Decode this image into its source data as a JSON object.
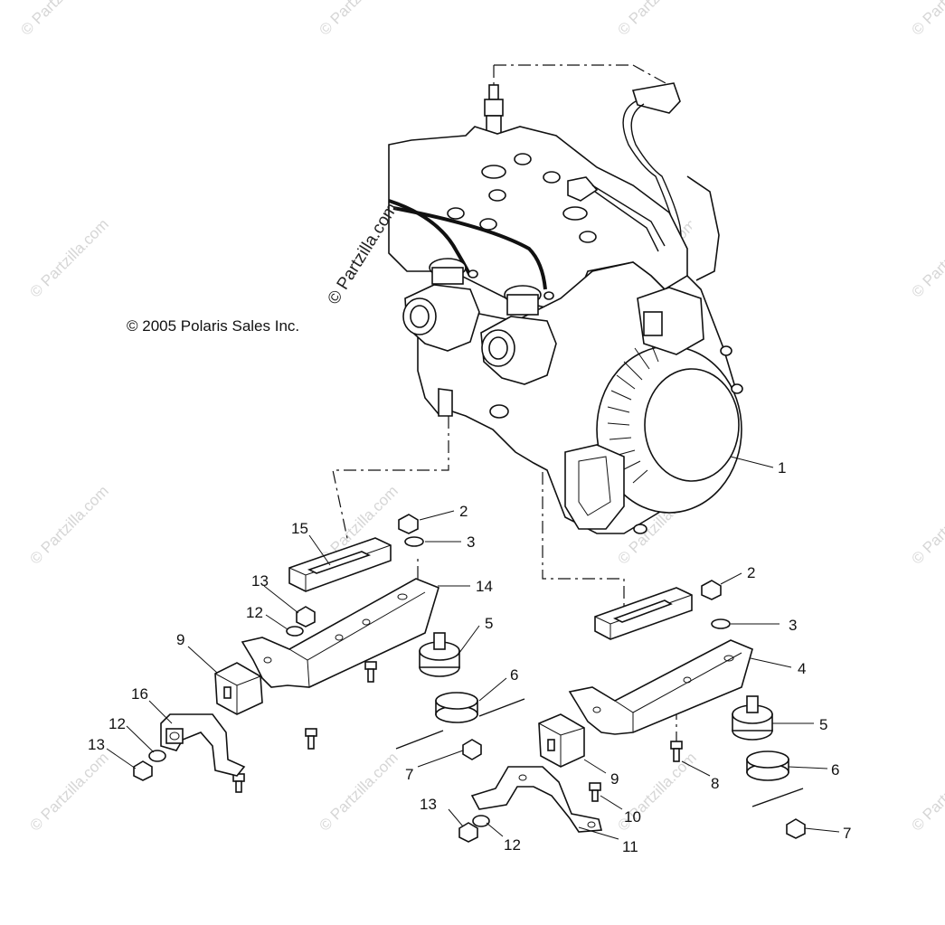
{
  "copyright": "© 2005 Polaris Sales Inc.",
  "watermark": "© Partzilla.com",
  "watermark_faint": "© Partzilla.com",
  "callouts": {
    "c1": "1",
    "c2a": "2",
    "c2b": "2",
    "c3a": "3",
    "c3b": "3",
    "c4": "4",
    "c5a": "5",
    "c5b": "5",
    "c6a": "6",
    "c6b": "6",
    "c7a": "7",
    "c7b": "7",
    "c8": "8",
    "c9a": "9",
    "c9b": "9",
    "c10": "10",
    "c11": "11",
    "c12a": "12",
    "c12b": "12",
    "c12c": "12",
    "c13a": "13",
    "c13b": "13",
    "c13c": "13",
    "c14": "14",
    "c15": "15",
    "c16": "16"
  }
}
